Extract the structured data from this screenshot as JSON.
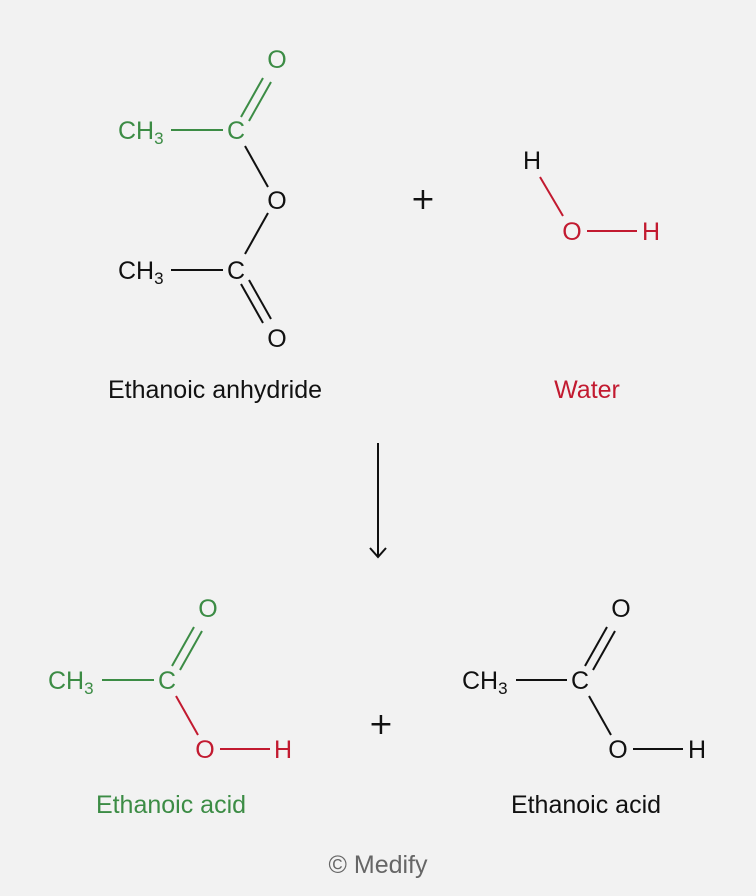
{
  "colors": {
    "background": "#f2f2f2",
    "black": "#111111",
    "green": "#3c8c45",
    "red": "#c21a30",
    "credit": "#666666"
  },
  "reactants": {
    "anhydride": {
      "atoms": {
        "top_carbonyl_O": "O",
        "top_methyl": "CH",
        "top_methyl_sub": "3",
        "top_carbon": "C",
        "bridge_O": "O",
        "bottom_methyl": "CH",
        "bottom_methyl_sub": "3",
        "bottom_carbon": "C",
        "bottom_carbonyl_O": "O"
      },
      "name": "Ethanoic anhydride"
    },
    "plus": "+",
    "water": {
      "atoms": {
        "H_top": "H",
        "O": "O",
        "H_right": "H"
      },
      "name": "Water"
    }
  },
  "arrow": "reaction-arrow-down",
  "products": {
    "acid_left": {
      "atoms": {
        "carbonyl_O": "O",
        "methyl": "CH",
        "methyl_sub": "3",
        "carbon": "C",
        "hydroxyl_O": "O",
        "hydroxyl_H": "H"
      },
      "name": "Ethanoic acid"
    },
    "plus": "+",
    "acid_right": {
      "atoms": {
        "carbonyl_O": "O",
        "methyl": "CH",
        "methyl_sub": "3",
        "carbon": "C",
        "hydroxyl_O": "O",
        "hydroxyl_H": "H"
      },
      "name": "Ethanoic acid"
    }
  },
  "credit": "© Medify"
}
